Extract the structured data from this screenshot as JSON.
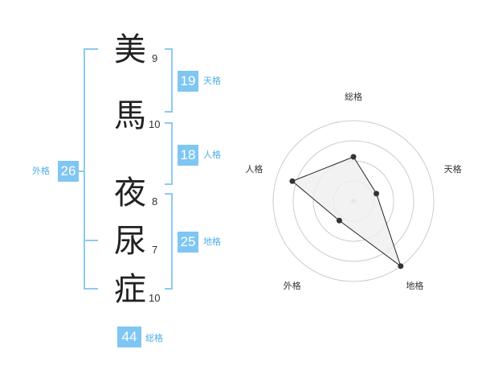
{
  "name": {
    "chars": [
      {
        "char": "美",
        "strokes": "9"
      },
      {
        "char": "馬",
        "strokes": "10"
      },
      {
        "char": "夜",
        "strokes": "8"
      },
      {
        "char": "尿",
        "strokes": "7"
      },
      {
        "char": "症",
        "strokes": "10"
      }
    ]
  },
  "kaku": {
    "tenkaku": {
      "value": "19",
      "label": "天格"
    },
    "jinkaku": {
      "value": "18",
      "label": "人格"
    },
    "chikaku": {
      "value": "25",
      "label": "地格"
    },
    "gaikaku": {
      "value": "26",
      "label": "外格"
    },
    "soukaku": {
      "value": "44",
      "label": "総格"
    }
  },
  "chart_data": {
    "type": "radar",
    "axes": [
      "総格",
      "天格",
      "地格",
      "外格",
      "人格"
    ],
    "values": [
      0.55,
      0.3,
      1.0,
      0.3,
      0.8
    ],
    "max": 1.0,
    "rings": 4,
    "colors": {
      "fill": "#efefef",
      "stroke": "#222222",
      "grid": "#cccccc",
      "dot": "#333333"
    }
  }
}
